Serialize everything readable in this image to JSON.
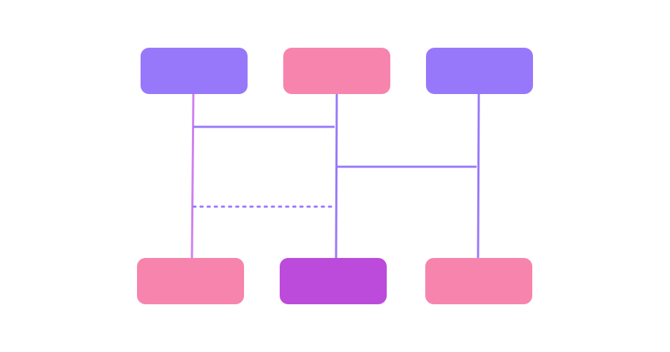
{
  "diagram": {
    "type": "sequence-diagram",
    "participants_top": [
      {
        "id": "p1",
        "label": "",
        "color": "#9878fa"
      },
      {
        "id": "p2",
        "label": "",
        "color": "#f784ad"
      },
      {
        "id": "p3",
        "label": "",
        "color": "#9878fa"
      }
    ],
    "participants_bottom": [
      {
        "id": "p1",
        "label": "",
        "color": "#f784ad"
      },
      {
        "id": "p2",
        "label": "",
        "color": "#bc4bdb"
      },
      {
        "id": "p3",
        "label": "",
        "color": "#f784ad"
      }
    ],
    "lifelines": [
      {
        "participant": "p1",
        "color": "#d07ff0"
      },
      {
        "participant": "p2",
        "color": "#9878fa"
      },
      {
        "participant": "p3",
        "color": "#9878fa"
      }
    ],
    "messages": [
      {
        "from": "p1",
        "to": "p2",
        "style": "solid",
        "color": "#9878fa"
      },
      {
        "from": "p2",
        "to": "p3",
        "style": "solid",
        "color": "#9878fa"
      },
      {
        "from": "p1",
        "to": "p2",
        "style": "dotted",
        "color": "#9878fa"
      }
    ]
  }
}
